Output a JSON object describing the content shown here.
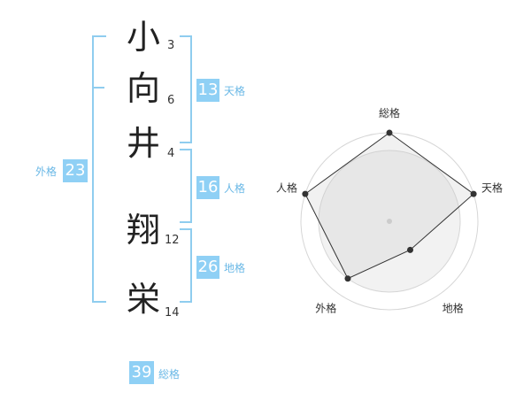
{
  "name": {
    "chars": [
      "小",
      "向",
      "井",
      "翔",
      "栄"
    ],
    "strokes": [
      "3",
      "6",
      "4",
      "12",
      "14"
    ]
  },
  "grades": {
    "tenkaku": {
      "value": "13",
      "label": "天格"
    },
    "jinkaku": {
      "value": "16",
      "label": "人格"
    },
    "chikaku": {
      "value": "26",
      "label": "地格"
    },
    "gaikaku": {
      "value": "23",
      "label": "外格"
    },
    "soukaku": {
      "value": "39",
      "label": "総格"
    }
  },
  "colors": {
    "accent": "#8fd0f5",
    "label": "#6ab8e6",
    "bracket": "#8fcdef"
  },
  "chart_data": {
    "type": "radar",
    "axes": [
      "総格",
      "天格",
      "地格",
      "外格",
      "人格"
    ],
    "values": [
      5,
      5,
      2,
      4,
      5
    ],
    "range": [
      0,
      5
    ],
    "rings": 5,
    "grid": true
  }
}
